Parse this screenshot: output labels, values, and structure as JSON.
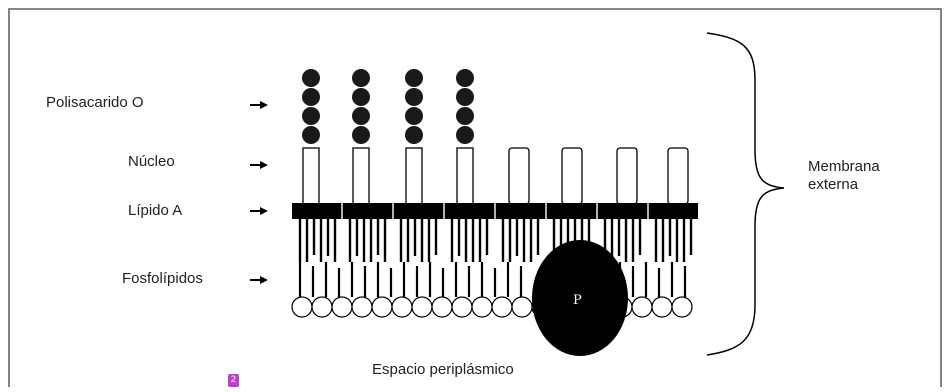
{
  "labels": {
    "polisacarido": "Polisacarido O",
    "nucleo": "Núcleo",
    "lipido_a": "Lípido A",
    "fosfolipidos": "Fosfolípidos",
    "membrana_line1": "Membrana",
    "membrana_line2": "externa",
    "espacio": "Espacio periplásmico",
    "protein": "P"
  },
  "structure": {
    "o_antigen_chains": 4,
    "beads_per_chain": 4,
    "core_units": 8,
    "phospholipid_heads": 20
  },
  "colors": {
    "ink": "#000000",
    "border": "#5a5a5a",
    "marker": "#c23bd6"
  },
  "marker_glyph": "2"
}
